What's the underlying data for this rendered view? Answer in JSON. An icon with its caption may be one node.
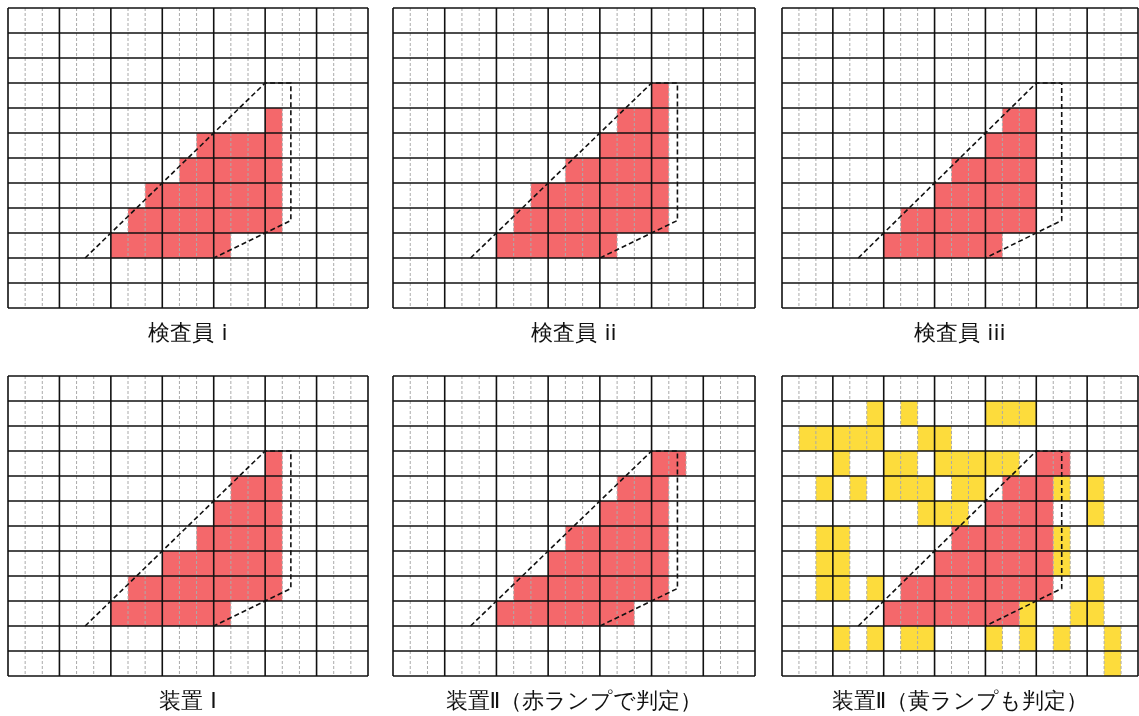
{
  "diagram": {
    "labels": [
      "検査員 i",
      "検査員 ii",
      "検査員 iii",
      "装置 Ⅰ",
      "装置Ⅱ（赤ランプで判定）",
      "装置Ⅱ（黄ランプも判定）"
    ]
  }
}
